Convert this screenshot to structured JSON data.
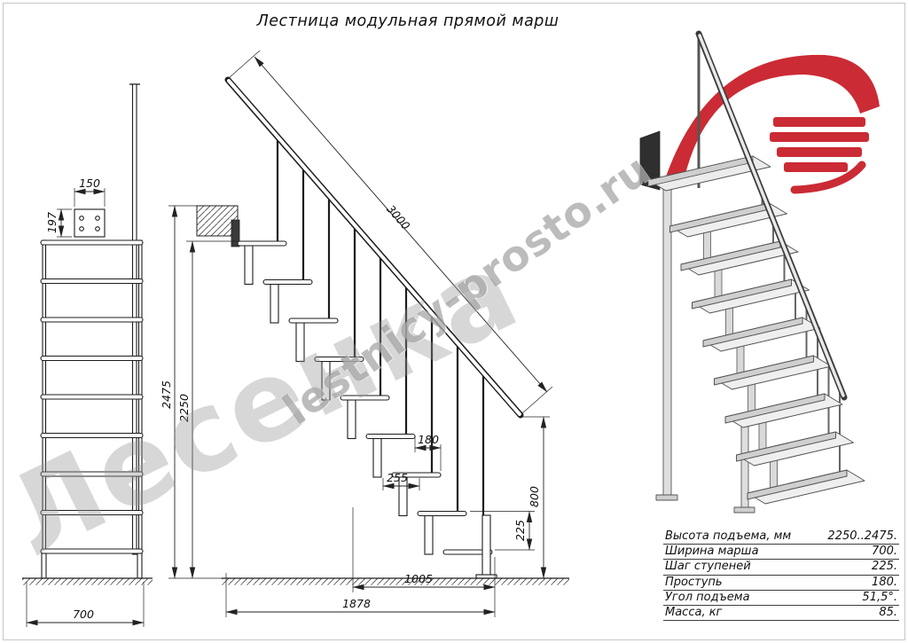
{
  "title": "Лестница модульная прямой марш",
  "watermarks": {
    "big": "Лесенка",
    "site": "lestnicy-prosto.ru"
  },
  "front_view": {
    "dim_plate_width": "150",
    "dim_plate_height": "197",
    "dim_width": "700"
  },
  "side_view": {
    "dim_stringer": "3000",
    "dim_total_height": "2475",
    "dim_floor_height": "2250",
    "dim_tread": "180",
    "dim_module": "255",
    "dim_rail_end_height": "800",
    "dim_rise": "225",
    "dim_support_span": "1005",
    "dim_total_length": "1878"
  },
  "spec_table": {
    "rows": [
      {
        "label": "Высота подъема, мм",
        "value": "2250..2475."
      },
      {
        "label": "Ширина марша",
        "value": "700."
      },
      {
        "label": "Шаг ступеней",
        "value": "225."
      },
      {
        "label": "Проступь",
        "value": "180."
      },
      {
        "label": "Угол подъема",
        "value": "51,5°."
      },
      {
        "label": "Масса, кг",
        "value": "85."
      }
    ]
  },
  "colors": {
    "accent_red": "#c8202a",
    "line": "#1c1c1c",
    "watermark_gray": "#8a8a8a"
  }
}
